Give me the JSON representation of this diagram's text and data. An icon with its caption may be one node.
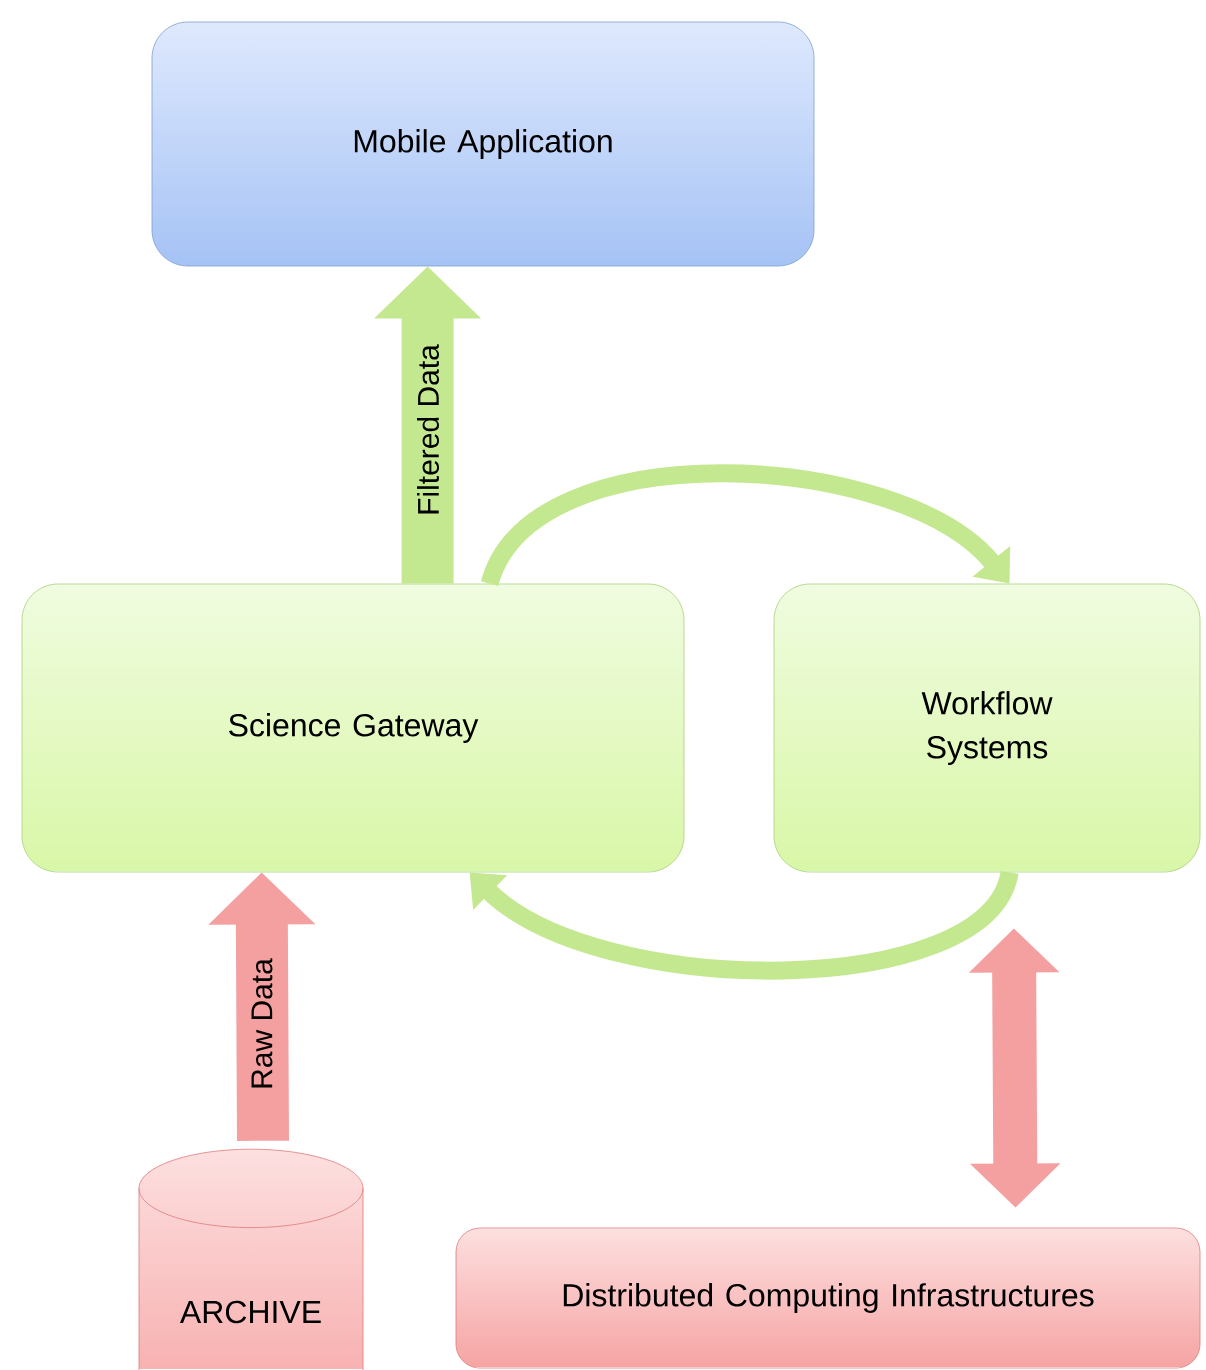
{
  "diagram": {
    "nodes": [
      {
        "text": [
          "Mobile Application"
        ]
      },
      {
        "text": [
          "Science Gateway"
        ]
      },
      {
        "text": [
          "Workflow Systems"
        ]
      },
      {
        "text": [
          "ARCHIVE"
        ]
      },
      {
        "text": [
          "Distributed Computing Infrastructures"
        ]
      }
    ],
    "edges": [
      {
        "from": 1,
        "to": 0,
        "arrow": "to",
        "label": "Filtered Data"
      },
      {
        "from": 1,
        "to": 2,
        "arrow": "to"
      },
      {
        "from": 2,
        "to": 1,
        "arrow": "to"
      },
      {
        "from": 3,
        "to": 1,
        "arrow": "to",
        "label": "Raw Data",
        "color": "#f4a0a0"
      },
      {
        "from": 2,
        "to": 4,
        "arrow": "both",
        "color": "#f4a0a0"
      }
    ]
  }
}
